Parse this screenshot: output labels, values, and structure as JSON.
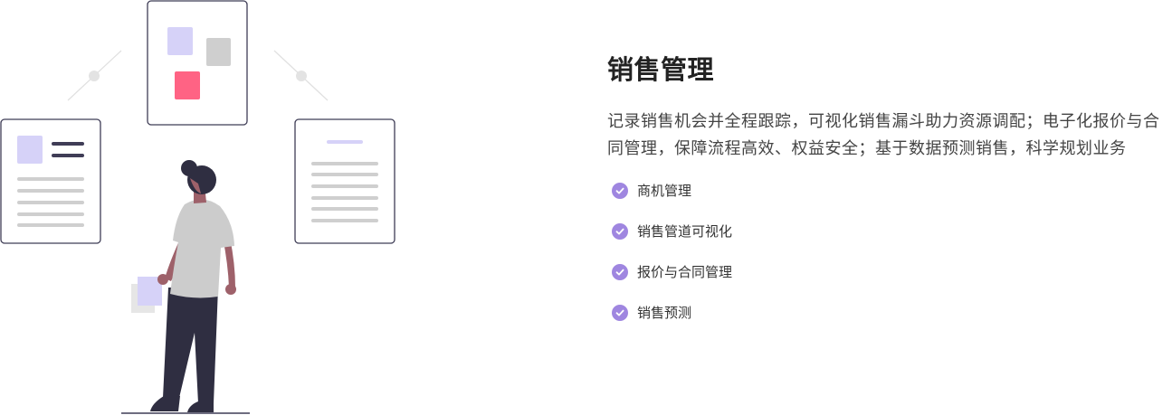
{
  "section": {
    "title": "销售管理",
    "description": "记录销售机会并全程跟踪，可视化销售漏斗助力资源调配；电子化报价与合同管理，保障流程高效、权益安全；基于数据预测销售，科学规划业务",
    "features": [
      {
        "label": "商机管理",
        "icon": "check-circle-icon"
      },
      {
        "label": "销售管道可视化",
        "icon": "check-circle-icon"
      },
      {
        "label": "报价与合同管理",
        "icon": "check-circle-icon"
      },
      {
        "label": "销售预测",
        "icon": "check-circle-icon"
      }
    ]
  },
  "colors": {
    "accent": "#9f86e0",
    "lavender": "#d6d2f8",
    "pink": "#ff6384",
    "gray": "#cfcfcf",
    "dark": "#2f2e41",
    "skin": "#9e616a"
  },
  "illustration": {
    "name": "person-viewing-documents-illustration"
  }
}
